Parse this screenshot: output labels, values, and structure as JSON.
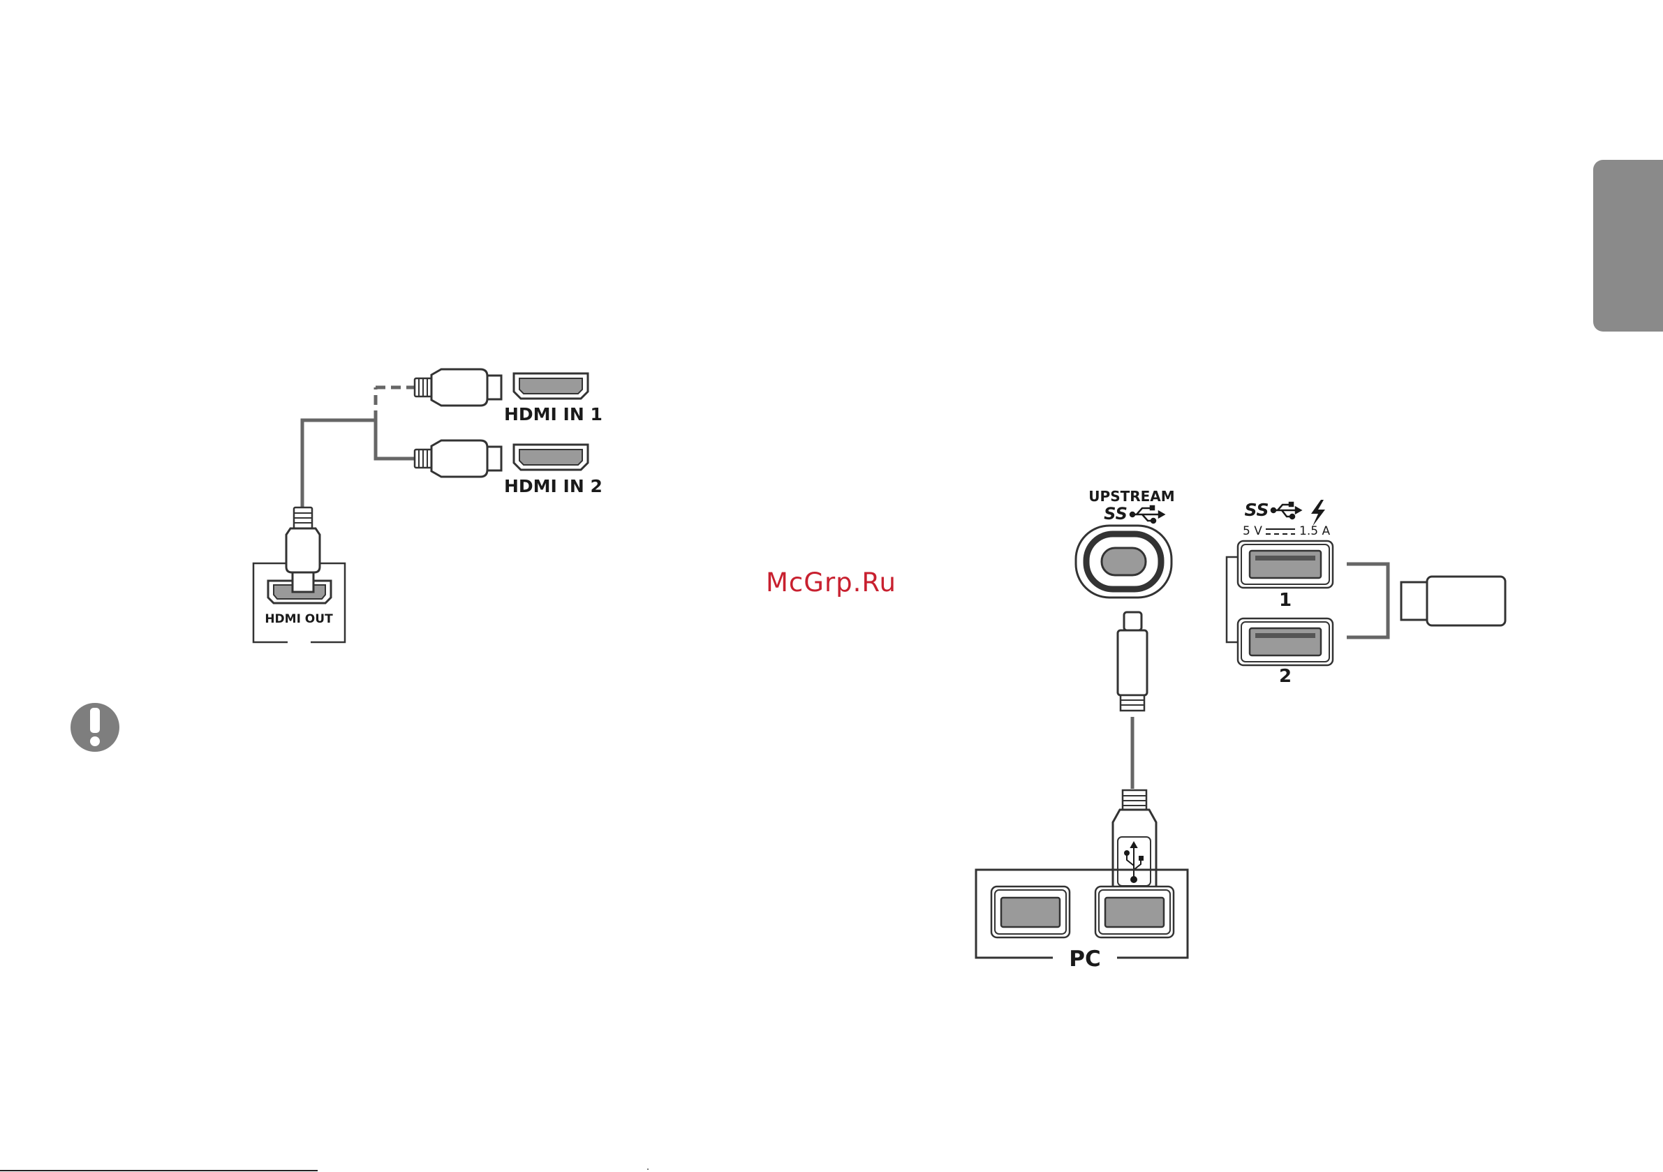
{
  "hdmi_diagram": {
    "port_in_1": "HDMI IN 1",
    "port_in_2": "HDMI IN 2",
    "port_out": "HDMI OUT"
  },
  "usb_diagram": {
    "upstream_label": "UPSTREAM",
    "ss_mark_upstream": "SS",
    "ss_mark_downstream": "SS",
    "power_left": "5 V",
    "power_right": "1.5 A",
    "port_1": "1",
    "port_2": "2",
    "pc_label": "PC"
  },
  "watermark": "McGrp.Ru",
  "colors": {
    "tab": "#8a8a8a",
    "port_fill": "#9a9a9a",
    "cable": "#666666",
    "watermark": "#c8202f"
  }
}
